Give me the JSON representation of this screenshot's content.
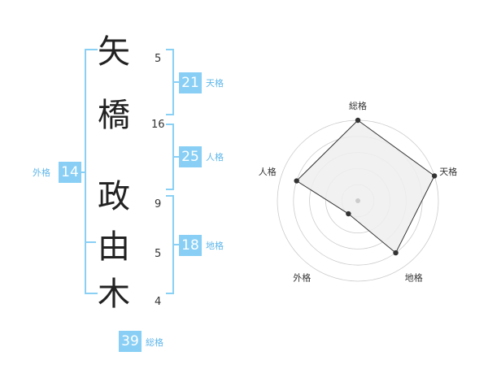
{
  "characters": [
    {
      "char": "矢",
      "strokes": "5"
    },
    {
      "char": "橋",
      "strokes": "16"
    },
    {
      "char": "政",
      "strokes": "9"
    },
    {
      "char": "由",
      "strokes": "5"
    },
    {
      "char": "木",
      "strokes": "4"
    }
  ],
  "kaku": {
    "tenkaku": {
      "value": "21",
      "label": "天格"
    },
    "jinkaku": {
      "value": "25",
      "label": "人格"
    },
    "chikaku": {
      "value": "18",
      "label": "地格"
    },
    "gaikaku": {
      "value": "14",
      "label": "外格"
    },
    "soukaku": {
      "value": "39",
      "label": "総格"
    }
  },
  "radar": {
    "axes": [
      "総格",
      "天格",
      "地格",
      "外格",
      "人格"
    ],
    "levels": [
      5,
      5,
      4,
      1,
      4
    ],
    "max": 5,
    "colors": {
      "fill": "#eeeeee",
      "line": "#333333",
      "grid": "#cccccc",
      "dot": "#333333",
      "center": "#cccccc"
    }
  },
  "colors": {
    "accent": "#89cff5",
    "label": "#5fb7ea"
  }
}
